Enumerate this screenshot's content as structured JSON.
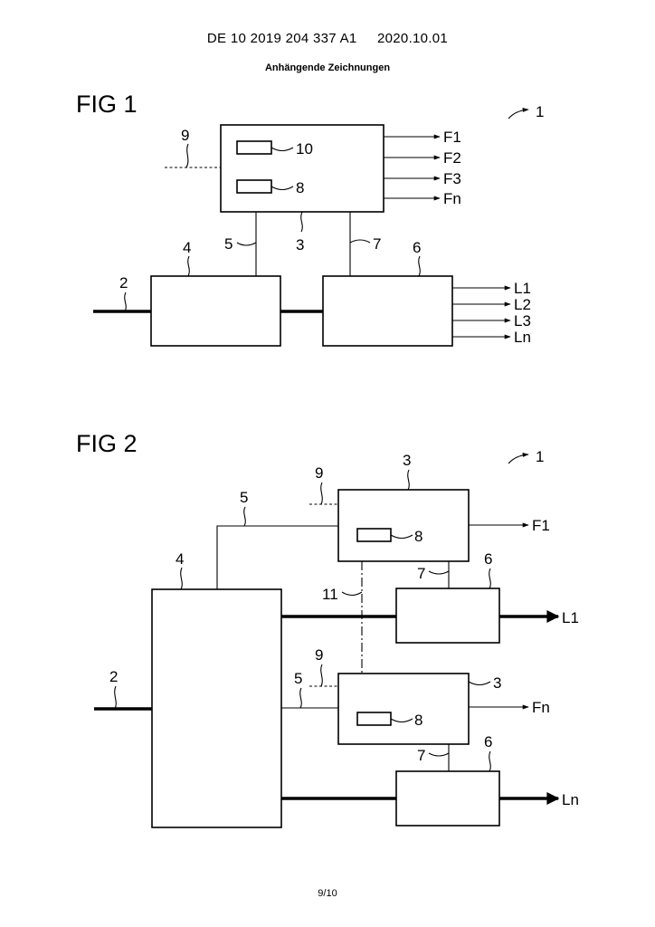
{
  "header": {
    "doc_number": "DE 10 2019 204 337 A1",
    "date": "2020.10.01"
  },
  "subtitle": "Anhängende Zeichnungen",
  "footer": {
    "page": "9/10"
  },
  "fig1": {
    "title": "FIG 1",
    "ref": "1",
    "labels": {
      "n2": "2",
      "n3": "3",
      "n4": "4",
      "n5": "5",
      "n6": "6",
      "n7": "7",
      "n8": "8",
      "n9": "9",
      "n10": "10"
    },
    "outputs_f": [
      "F1",
      "F2",
      "F3",
      "Fn"
    ],
    "outputs_l": [
      "L1",
      "L2",
      "L3",
      "Ln"
    ]
  },
  "fig2": {
    "title": "FIG 2",
    "ref": "1",
    "labels": {
      "n2": "2",
      "n3a": "3",
      "n3b": "3",
      "n4": "4",
      "n5a": "5",
      "n5b": "5",
      "n6a": "6",
      "n6b": "6",
      "n7a": "7",
      "n7b": "7",
      "n8a": "8",
      "n8b": "8",
      "n9a": "9",
      "n9b": "9",
      "n11": "11"
    },
    "outputs": {
      "f_top": "F1",
      "l_top": "L1",
      "f_bottom": "Fn",
      "l_bottom": "Ln"
    }
  }
}
